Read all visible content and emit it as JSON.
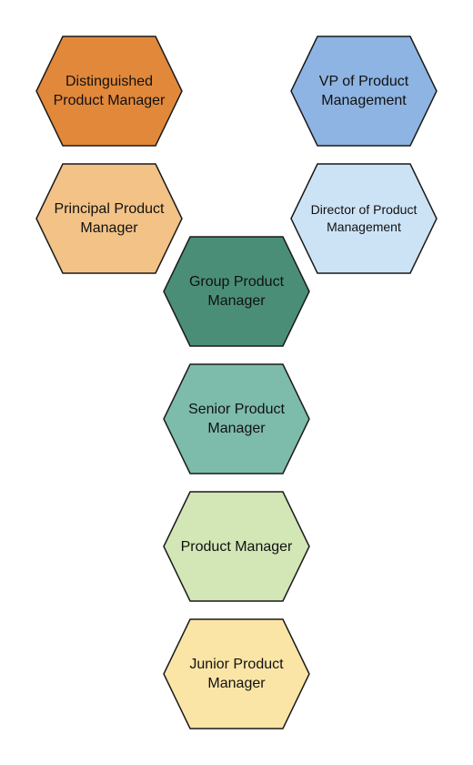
{
  "nodes": {
    "distinguished": {
      "label": "Distinguished Product Manager",
      "color": "#E2883A"
    },
    "vp": {
      "label": "VP of Product Management",
      "color": "#8DB4E2"
    },
    "principal": {
      "label": "Principal Product Manager",
      "color": "#F2C286"
    },
    "director": {
      "label": "Director of Product Management",
      "color": "#CCE3F6"
    },
    "group": {
      "label": "Group Product Manager",
      "color": "#4A8E78"
    },
    "senior": {
      "label": "Senior Product Manager",
      "color": "#7DBBAA"
    },
    "pm": {
      "label": "Product Manager",
      "color": "#D3E6B6"
    },
    "junior": {
      "label": "Junior Product Manager",
      "color": "#FBE5A6"
    }
  }
}
